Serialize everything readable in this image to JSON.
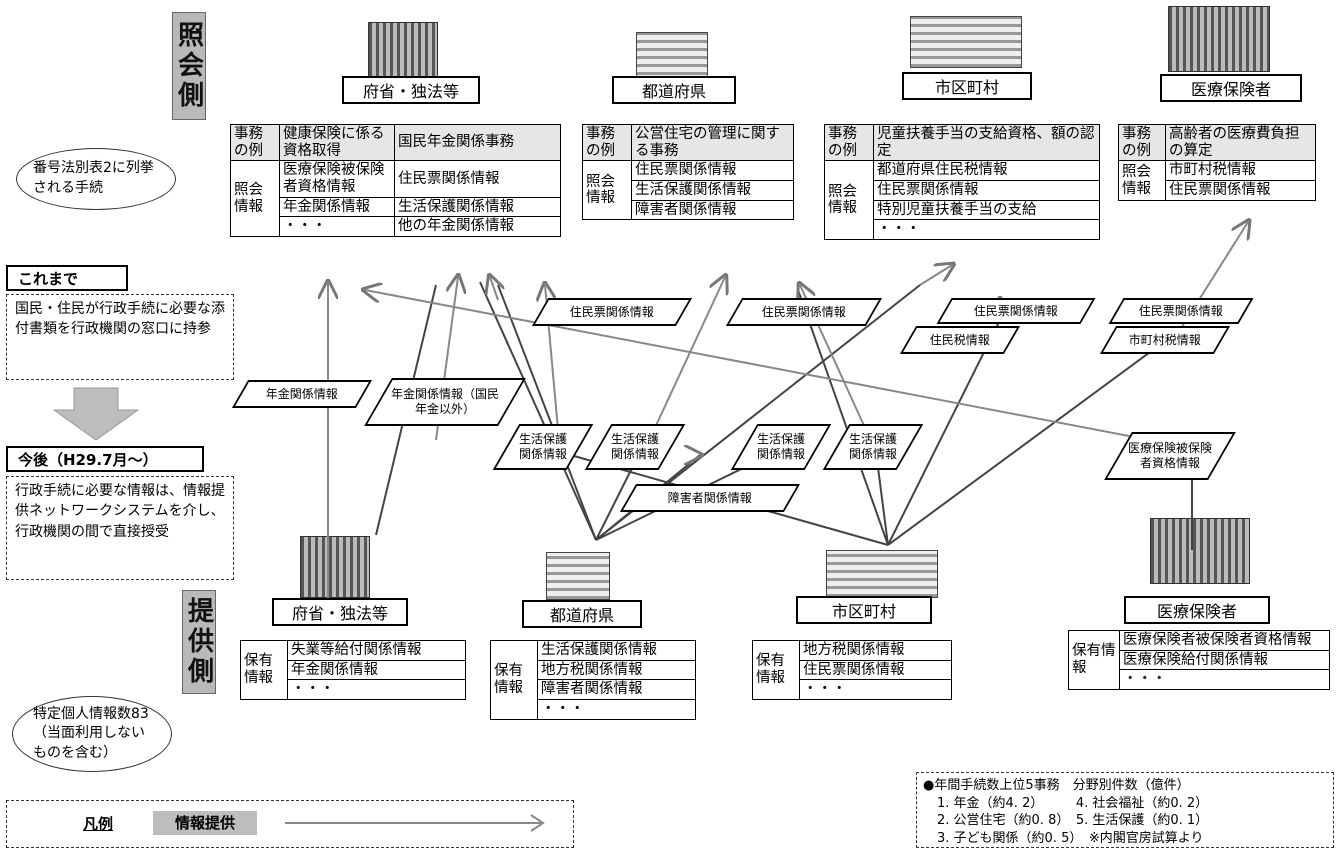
{
  "query_side_label": "照会側",
  "provide_side_label": "提供側",
  "query_orgs": [
    {
      "name": "府省・独法等"
    },
    {
      "name": "都道府県"
    },
    {
      "name": "市区町村"
    },
    {
      "name": "医療保険者"
    }
  ],
  "provide_orgs": [
    {
      "name": "府省・独法等"
    },
    {
      "name": "都道府県"
    },
    {
      "name": "市区町村"
    },
    {
      "name": "医療保険者"
    }
  ],
  "query_tables": {
    "ministry": {
      "jimu_label": "事務の例",
      "jimu": [
        "健康保険に係る資格取得",
        "国民年金関係事務"
      ],
      "shokai_label": "照会情報",
      "rows": [
        [
          "医療保険被保険者資格情報",
          "住民票関係情報"
        ],
        [
          "年金関係情報",
          "生活保護関係情報"
        ],
        [
          "・・・",
          "他の年金関係情報"
        ]
      ]
    },
    "prefecture": {
      "jimu_label": "事務の例",
      "jimu": "公営住宅の管理に関する事務",
      "shokai_label": "照会情報",
      "rows": [
        "住民票関係情報",
        "生活保護関係情報",
        "障害者関係情報"
      ]
    },
    "municipal": {
      "jimu_label": "事務の例",
      "jimu": "児童扶養手当の支給資格、額の認定",
      "shokai_label": "照会情報",
      "rows": [
        "都道府県住民税情報",
        "住民票関係情報",
        "特別児童扶養手当の支給",
        "・・・"
      ]
    },
    "insurer": {
      "jimu_label": "事務の例",
      "jimu": "高齢者の医療費負担の算定",
      "shokai_label": "照会情報",
      "rows": [
        "市町村税情報",
        "住民票関係情報"
      ]
    }
  },
  "provide_tables": {
    "ministry": {
      "label": "保有情報",
      "rows": [
        "失業等給付関係情報",
        "年金関係情報",
        "・・・"
      ]
    },
    "prefecture": {
      "label": "保有情報",
      "rows": [
        "生活保護関係情報",
        "地方税関係情報",
        "障害者関係情報",
        "・・・"
      ]
    },
    "municipal": {
      "label": "保有情報",
      "rows": [
        "地方税関係情報",
        "住民票関係情報",
        "・・・"
      ]
    },
    "insurer": {
      "label": "保有情報",
      "rows": [
        "医療保険者被保険者資格情報",
        "医療保険給付関係情報",
        "・・・"
      ]
    }
  },
  "flow_tags": [
    "年金関係情報",
    "年金関係情報（国民年金以外）",
    "住民票関係情報",
    "住民票関係情報",
    "住民票関係情報",
    "住民税情報",
    "住民票関係情報",
    "市町村税情報",
    "生活保護関係情報",
    "生活保護関係情報",
    "生活保護関係情報",
    "生活保護関係情報",
    "障害者関係情報",
    "医療保険被保険者資格情報"
  ],
  "left": {
    "bangou": "番号法別表2に列挙される手続",
    "before_title": "これまで",
    "before_text": "国民・住民が行政手続に必要な添付書類を行政機関の窓口に持参",
    "after_title": "今後（H29.7月～）",
    "after_text": "行政手続に必要な情報は、情報提供ネットワークシステムを介し、行政機関の間で直接授受",
    "count": "特定個人情報数83（当面利用しないものを含む）"
  },
  "legend": {
    "title": "凡例",
    "item": "情報提供"
  },
  "stats": {
    "title": "●年間手続数上位5事務　分野別件数（億件）",
    "lines": [
      "1. 年金（約4. 2）　　　4. 社会福祉（約0. 2）",
      "2. 公営住宅（約0. 8）　5. 生活保護（約0. 1）",
      "3. 子ども関係（約0. 5）　※内閣官房試算より"
    ]
  }
}
